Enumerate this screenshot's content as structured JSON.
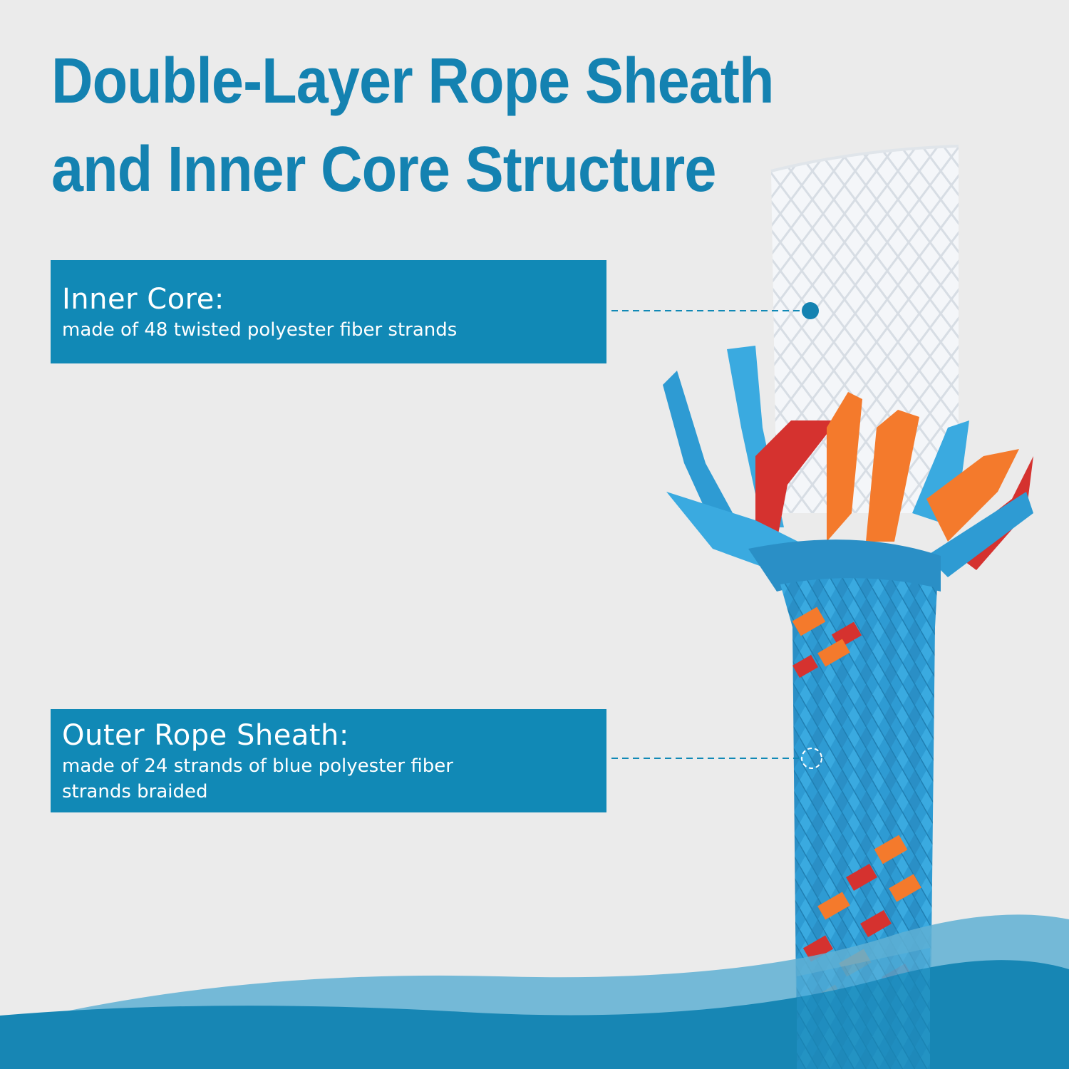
{
  "title": {
    "line1": "Double-Layer Rope Sheath",
    "line2": "and Inner Core Structure"
  },
  "callouts": {
    "inner_core": {
      "heading": "Inner Core:",
      "description": "made of 48 twisted polyester fiber strands"
    },
    "outer_sheath": {
      "heading": "Outer Rope Sheath:",
      "description": "made of 24 strands of blue polyester fiber strands braided"
    }
  },
  "colors": {
    "background": "#ebebeb",
    "title": "#1482b1",
    "label_box": "#1189b6",
    "rope_blue": "#2e9bd3",
    "rope_orange": "#f47a2c",
    "rope_red": "#d5322f",
    "core_white": "#f5f7fa",
    "wave_dark": "#1786b4",
    "wave_light": "#5fb0d3"
  }
}
